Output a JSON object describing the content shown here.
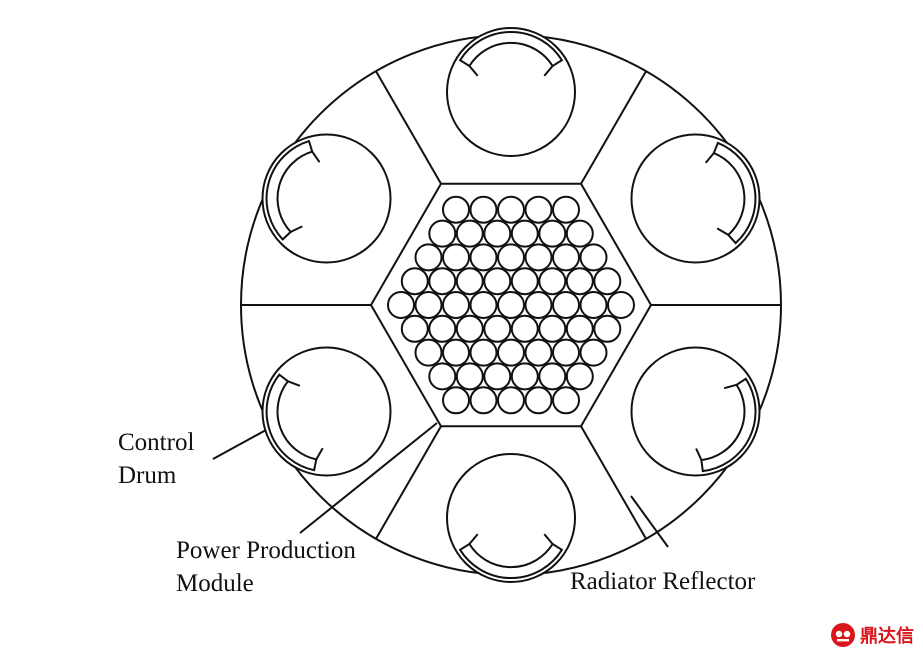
{
  "labels": {
    "control_drum": [
      "Control",
      "Drum"
    ],
    "power_module": [
      "Power Production",
      "Module"
    ],
    "reflector": "Radiator Reflector"
  },
  "watermark": {
    "text": "鼎达信",
    "color": "#d9161c"
  },
  "colors": {
    "stroke": "#111111",
    "background": "#ffffff"
  },
  "components": {
    "control_drum_count": 6,
    "fuel_element_count": 61
  }
}
